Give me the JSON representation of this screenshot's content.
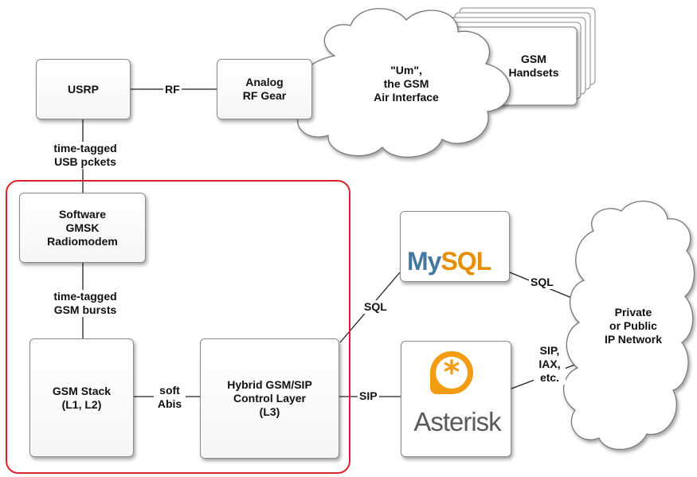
{
  "nodes": {
    "usrp": "USRP",
    "analog_rf": "Analog\nRF Gear",
    "um_cloud": "\"Um\",\nthe GSM\nAir Interface",
    "handsets": "GSM\nHandsets",
    "gmsk": "Software\nGMSK\nRadiomodem",
    "gsm_stack": "GSM Stack\n(L1, L2)",
    "control_layer": "Hybrid GSM/SIP\nControl Layer\n(L3)",
    "network_cloud": "Private\nor Public\nIP Network"
  },
  "edges": {
    "rf": "RF",
    "usb": "time-tagged\nUSB pckets",
    "bursts": "time-tagged\nGSM bursts",
    "abis": "soft\nAbis",
    "sql_left": "SQL",
    "sip_left": "SIP",
    "sql_right": "SQL",
    "sip_right": "SIP,\nIAX,\netc."
  },
  "logos": {
    "mysql": "MySQL",
    "asterisk": "Asterisk"
  },
  "colors": {
    "highlight_border": "#d9232a",
    "mysql_blue": "#4479a1",
    "mysql_orange": "#e48e00",
    "asterisk_orange": "#f39c12",
    "asterisk_gray": "#5a5a5a"
  }
}
